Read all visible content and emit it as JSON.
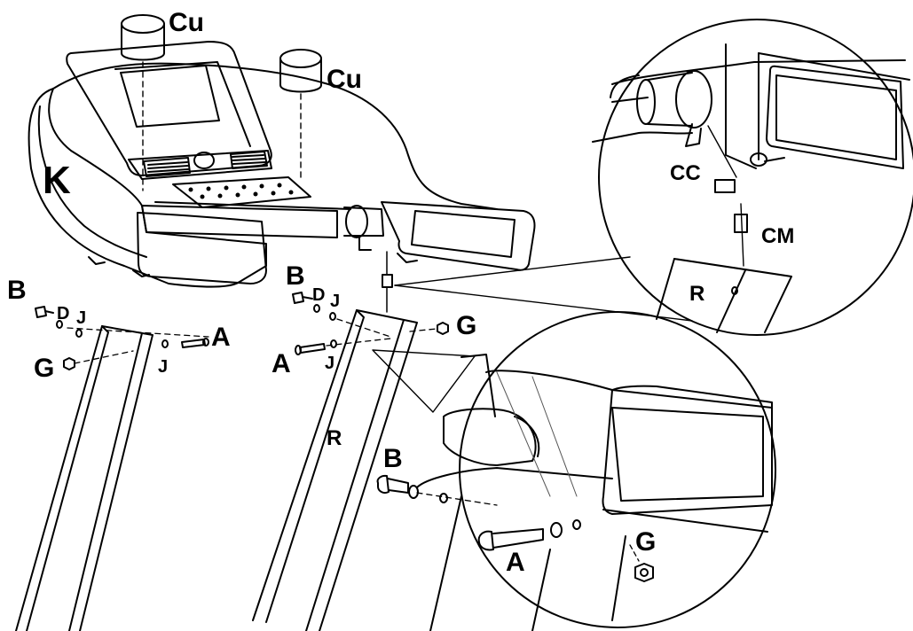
{
  "colors": {
    "line": "#000000",
    "background": "#ffffff",
    "hidden_line": "#555555"
  },
  "labels": {
    "cup_holder_1": "Cu",
    "cup_holder_2": "Cu",
    "console": "K",
    "left": {
      "bolt": "B",
      "washer_d": "D",
      "washer_j_1": "J",
      "nut": "G",
      "washer_j_2": "J",
      "axle": "A"
    },
    "right": {
      "bolt": "B",
      "washer_d": "D",
      "washer_j_1": "J",
      "nut": "G",
      "washer_j_2": "J",
      "axle": "A",
      "upright": "R"
    },
    "detail_top": {
      "console_cable": "CC",
      "main_cable": "CM",
      "upright": "R"
    },
    "detail_bottom": {
      "bolt": "B",
      "axle": "A",
      "nut": "G"
    }
  }
}
